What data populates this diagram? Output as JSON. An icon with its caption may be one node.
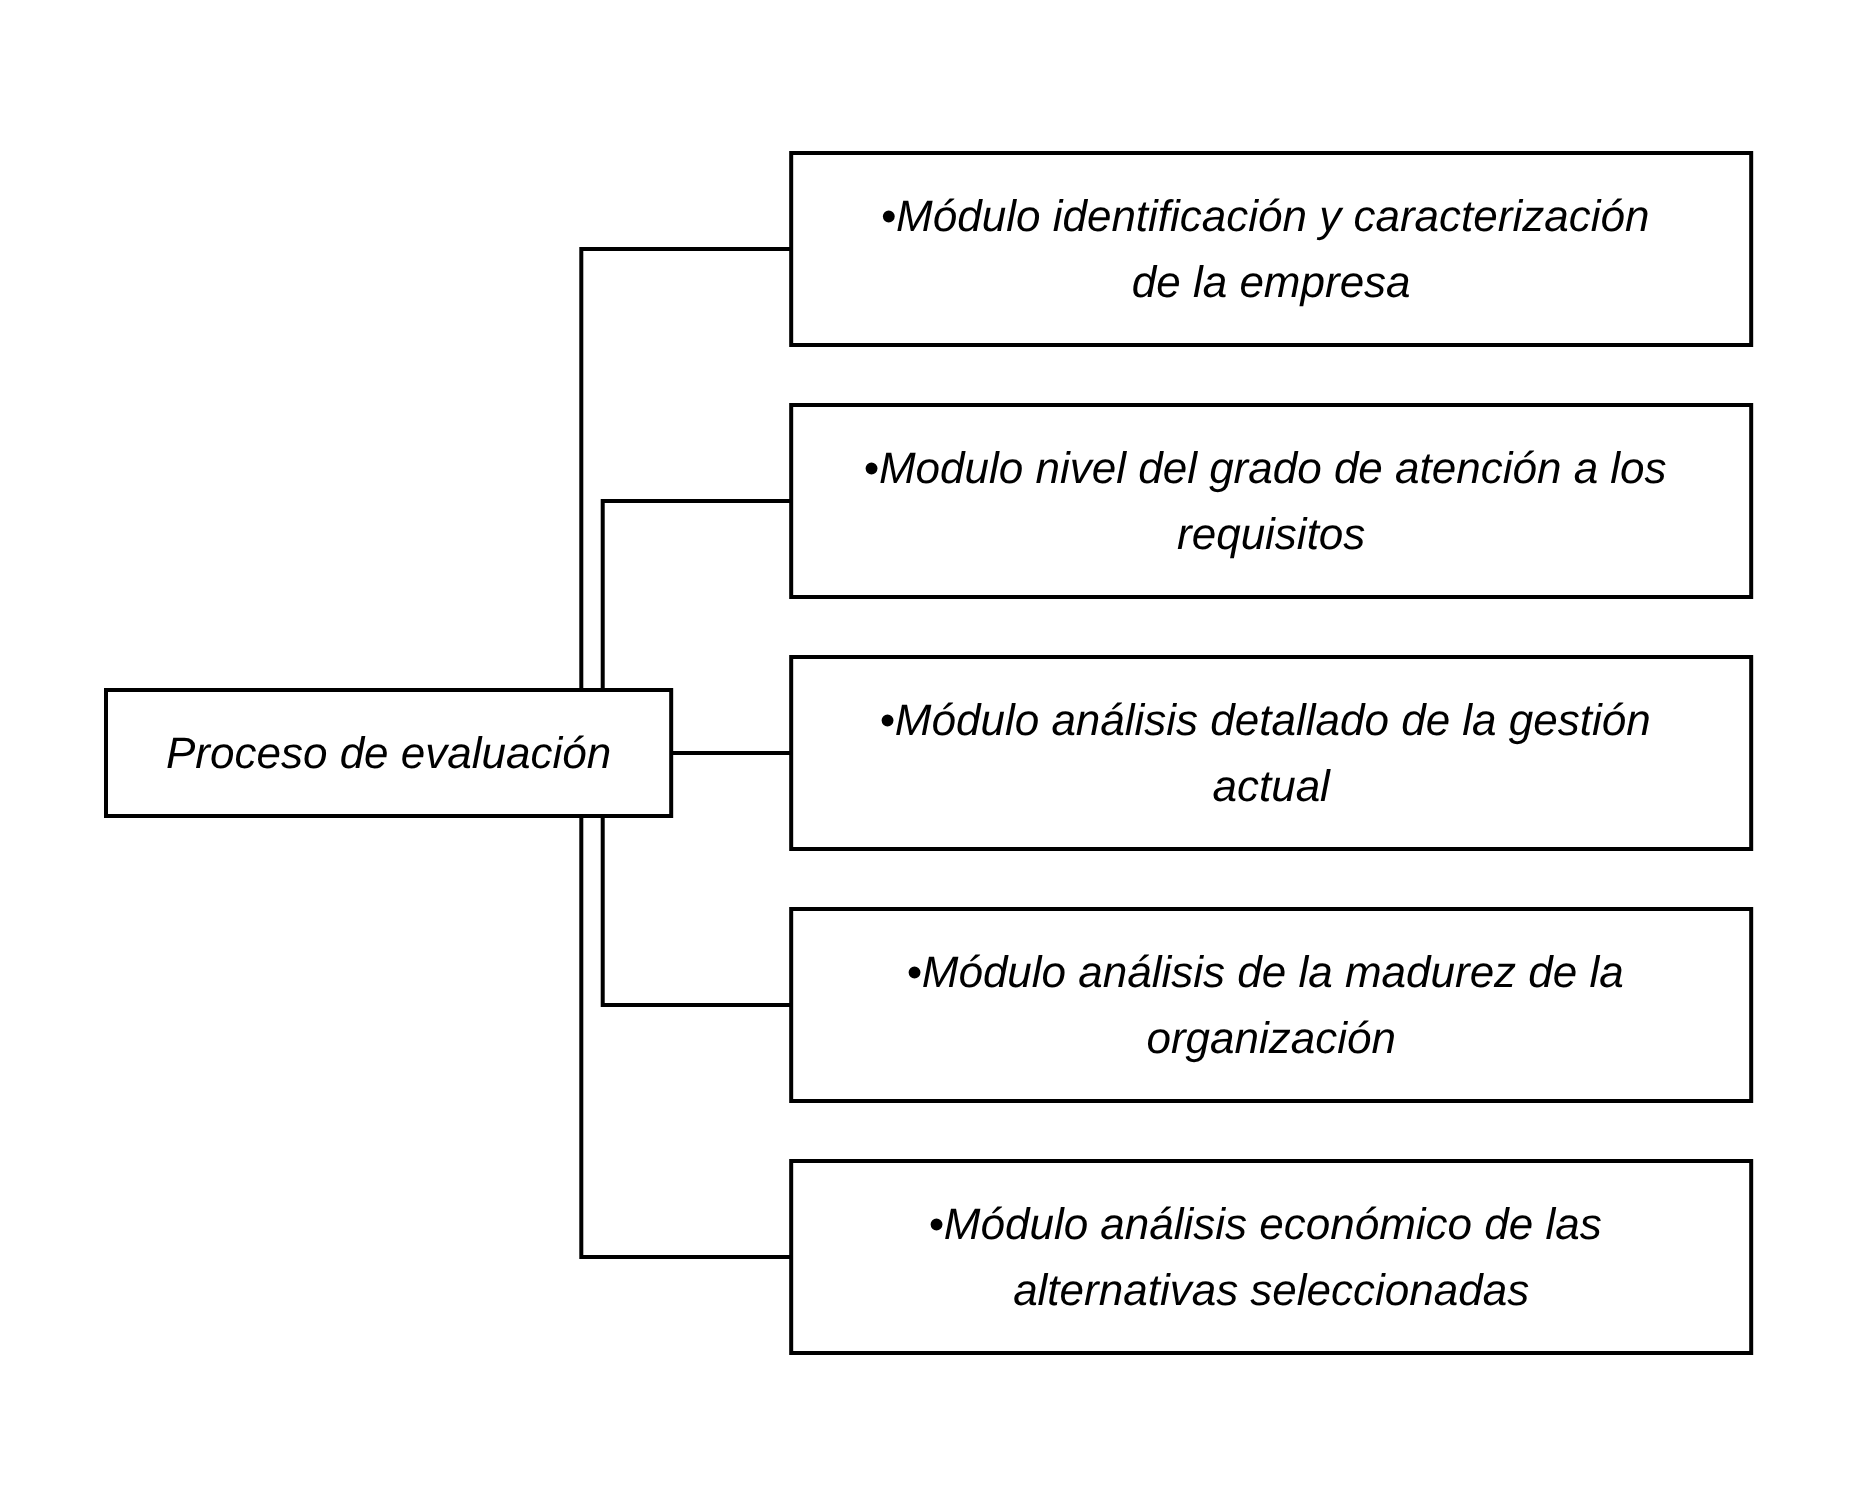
{
  "diagram": {
    "nodes": [
      {
        "text": [
          "Proceso de evaluación"
        ]
      },
      {
        "text": [
          "•Módulo identificación y caracterización de la empresa"
        ]
      },
      {
        "text": [
          "•Modulo nivel del grado de atención a los requisitos"
        ]
      },
      {
        "text": [
          "•Módulo análisis detallado de la gestión actual"
        ]
      },
      {
        "text": [
          "•Módulo análisis de la madurez de la organización"
        ]
      },
      {
        "text": [
          "•Módulo análisis económico de las alternativas seleccionadas"
        ]
      }
    ],
    "edges": [
      {
        "from": 0,
        "to": 1,
        "arrow": "none"
      },
      {
        "from": 0,
        "to": 2,
        "arrow": "none"
      },
      {
        "from": 0,
        "to": 3,
        "arrow": "none"
      },
      {
        "from": 0,
        "to": 4,
        "arrow": "none"
      },
      {
        "from": 0,
        "to": 5,
        "arrow": "none"
      }
    ]
  }
}
